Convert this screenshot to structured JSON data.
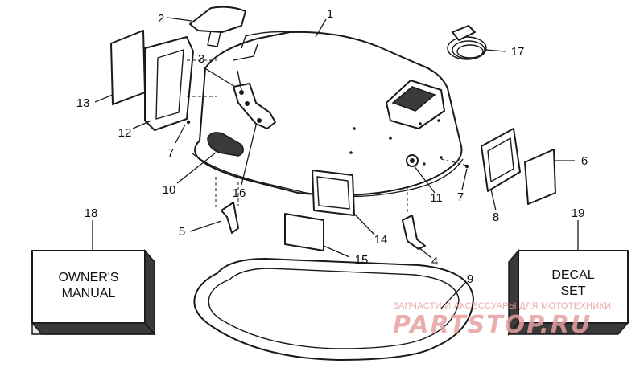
{
  "callouts": {
    "c1": "1",
    "c2": "2",
    "c3": "3",
    "c4": "4",
    "c5": "5",
    "c6": "6",
    "c7a": "7",
    "c7b": "7",
    "c8": "8",
    "c9": "9",
    "c10": "10",
    "c11": "11",
    "c12": "12",
    "c13": "13",
    "c14": "14",
    "c15": "15",
    "c16": "16",
    "c17": "17",
    "c18": "18",
    "c19": "19"
  },
  "boxes": {
    "manual_line1": "OWNER'S",
    "manual_line2": "MANUAL",
    "decal_line1": "DECAL",
    "decal_line2": "SET"
  },
  "watermark": {
    "subtitle": "ЗАПЧАСТИ И АКСЕССУАРЫ ДЛЯ МОТОТЕХНИКИ",
    "brand": "PARTSTOP.RU",
    "color": "#e8a0a0"
  }
}
